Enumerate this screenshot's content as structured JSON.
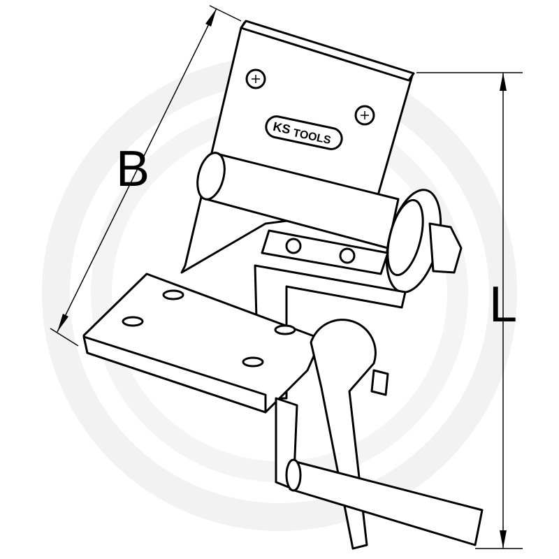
{
  "dimensions": {
    "width_label": "B",
    "length_label": "L"
  },
  "brand": {
    "logo_text_ks": "KS",
    "logo_text_tools": "TOOLS"
  },
  "colors": {
    "line": "#000000",
    "watermark": "#f0f0f0",
    "background": "#ffffff"
  }
}
